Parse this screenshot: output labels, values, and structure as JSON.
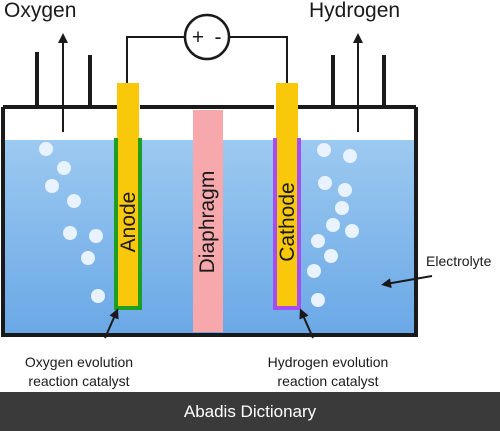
{
  "labels": {
    "oxygen": "Oxygen",
    "hydrogen": "Hydrogen",
    "power_plus": "+",
    "power_minus": "-",
    "anode": "Anode",
    "diaphragm": "Diaphragm",
    "cathode": "Cathode",
    "electrolyte": "Electrolyte",
    "oer_line1": "Oxygen evolution",
    "oer_line2": "reaction catalyst",
    "her_line1": "Hydrogen evolution",
    "her_line2": "reaction catalyst"
  },
  "footer": {
    "text": "Abadis Dictionary"
  },
  "colors": {
    "electrolyte_top": "#9cc9f0",
    "electrolyte_bottom": "#6aa8e6",
    "electrode": "#fac80a",
    "anode_catalyst": "#1f9e1f",
    "cathode_catalyst": "#a64df2",
    "diaphragm": "#f7a8ad",
    "bubble": "#e9f3ff",
    "footer_bg": "#3a3a3a"
  },
  "icons": [
    "battery-icon",
    "oxygen-outlet-arrow-icon",
    "hydrogen-outlet-arrow-icon",
    "bubble-icon"
  ]
}
